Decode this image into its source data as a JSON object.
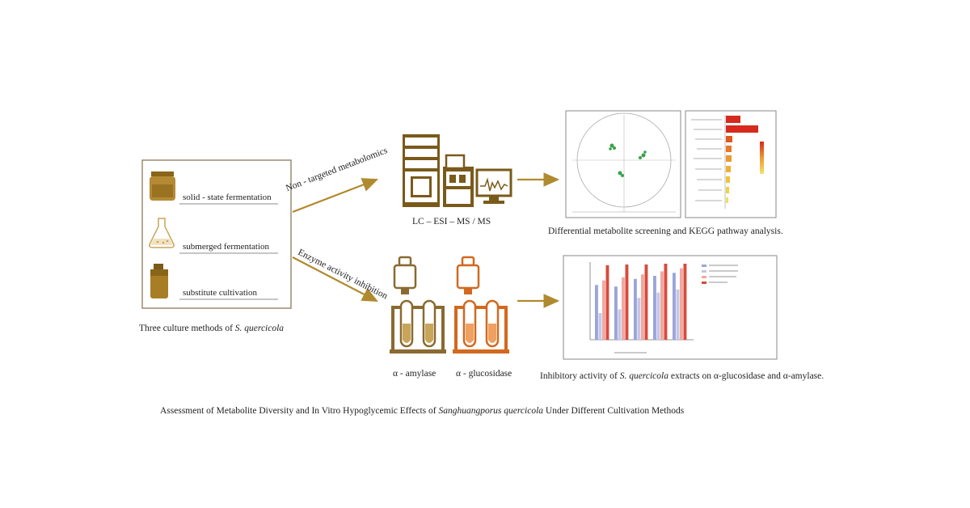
{
  "culture_box": {
    "method_solid": "solid - state fermentation",
    "method_submerged": "submerged fermentation",
    "method_substitute": "substitute cultivation",
    "caption_prefix": "Three culture methods of ",
    "caption_species": "S. quercicola"
  },
  "arrows": {
    "upper_label": "Non - targeted metabolomics",
    "lower_label": "Enzyme activity inhibition"
  },
  "lcms": {
    "label": "LC – ESI – MS / MS"
  },
  "enzymes": {
    "amylase": "α - amylase",
    "glucosidase": "α - glucosidase"
  },
  "results_top": {
    "caption": "Differential metabolite screening and KEGG pathway analysis."
  },
  "results_bottom": {
    "caption_prefix": "Inhibitory activity of ",
    "caption_species": "S. quercicola",
    "caption_suffix": " extracts on α-glucosidase and α-amylase."
  },
  "footer": {
    "title_prefix": "Assessment of Metabolite Diversity and In Vitro Hypoglycemic Effects of ",
    "title_species": "Sanghuangporus quercicola",
    "title_suffix": " Under Different Cultivation Methods"
  },
  "colors": {
    "gold": "#b08a2e",
    "brown": "#7a5a1a",
    "orange": "#d2691e",
    "red": "#d62a1e",
    "yellow": "#e8c83a"
  }
}
